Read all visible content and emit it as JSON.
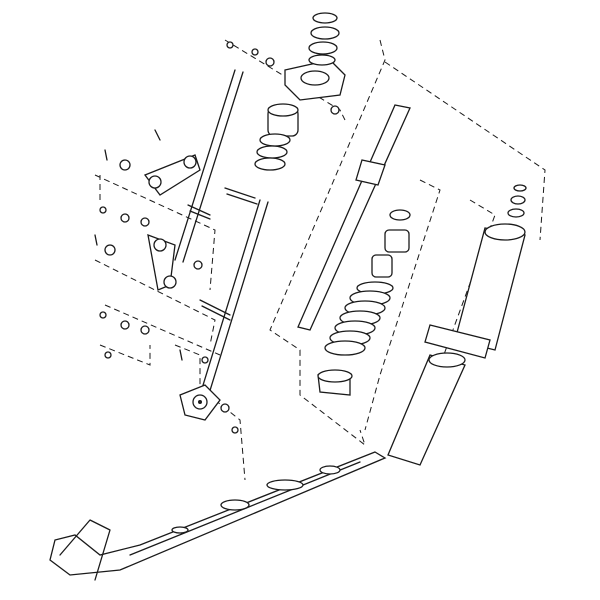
{
  "diagram": {
    "type": "exploded-parts-view",
    "colors": {
      "line": "#1a1a1a",
      "background": "#ffffff"
    },
    "parts": [
      "ski",
      "spindle-bracket",
      "shock-absorber-shaft",
      "coil-spring",
      "shock-absorber-body",
      "spring-cover-tube",
      "upper-mount",
      "linkage-arms",
      "bolts",
      "washers",
      "nuts",
      "spacers"
    ]
  }
}
